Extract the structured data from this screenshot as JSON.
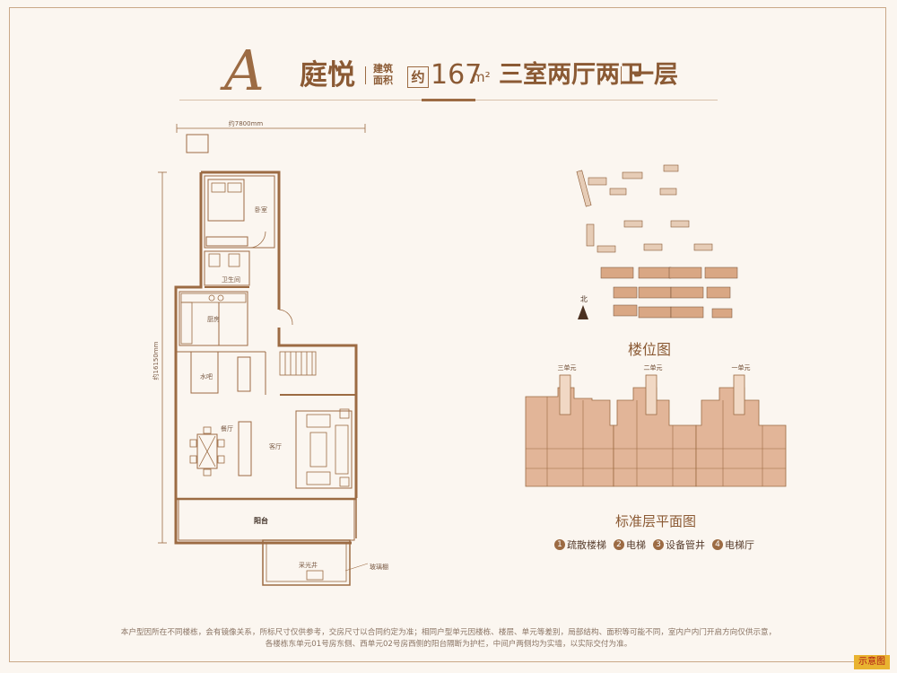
{
  "header": {
    "letter": "A",
    "name": "庭悦",
    "label_top": "建筑",
    "label_bottom": "面积",
    "approx": "约",
    "area": "167",
    "unit": "m²",
    "rooms": "三室两厅两卫",
    "floor": "一层"
  },
  "plan": {
    "dim_width": "约7800mm",
    "dim_depth": "约16150mm",
    "rooms": {
      "bedroom": "卧室",
      "bathroom": "卫生间",
      "kitchen": "厨房",
      "bar": "水吧",
      "dining": "餐厅",
      "living": "客厅",
      "balcony": "阳台",
      "lightwell": "采光井",
      "glass_canopy": "玻璃棚"
    }
  },
  "site_map": {
    "title": "楼位图",
    "north": "北"
  },
  "standard_floor": {
    "title": "标准层平面图",
    "units": [
      "三单元",
      "二单元",
      "一单元"
    ]
  },
  "legend": [
    {
      "num": "1",
      "label": "疏散楼梯"
    },
    {
      "num": "2",
      "label": "电梯"
    },
    {
      "num": "3",
      "label": "设备管井"
    },
    {
      "num": "4",
      "label": "电梯厅"
    }
  ],
  "disclaimer": [
    "本户型因所在不同楼栋，会有镜像关系，所标尺寸仅供参考，交房尺寸以合同约定为准；相同户型单元因楼栋、楼层、单元等差别，局部结构、面积等可能不同，室内户内门开启方向仅供示意，",
    "各楼栋东单元01号房东侧、西单元02号房西侧的阳台隔断为护栏，中间户两侧均为实墙，以实际交付为准。"
  ],
  "stamp": "示意图",
  "colors": {
    "accent": "#9c6b43",
    "plan_line": "#9c6b43",
    "unit_fill": "#e2b598"
  }
}
